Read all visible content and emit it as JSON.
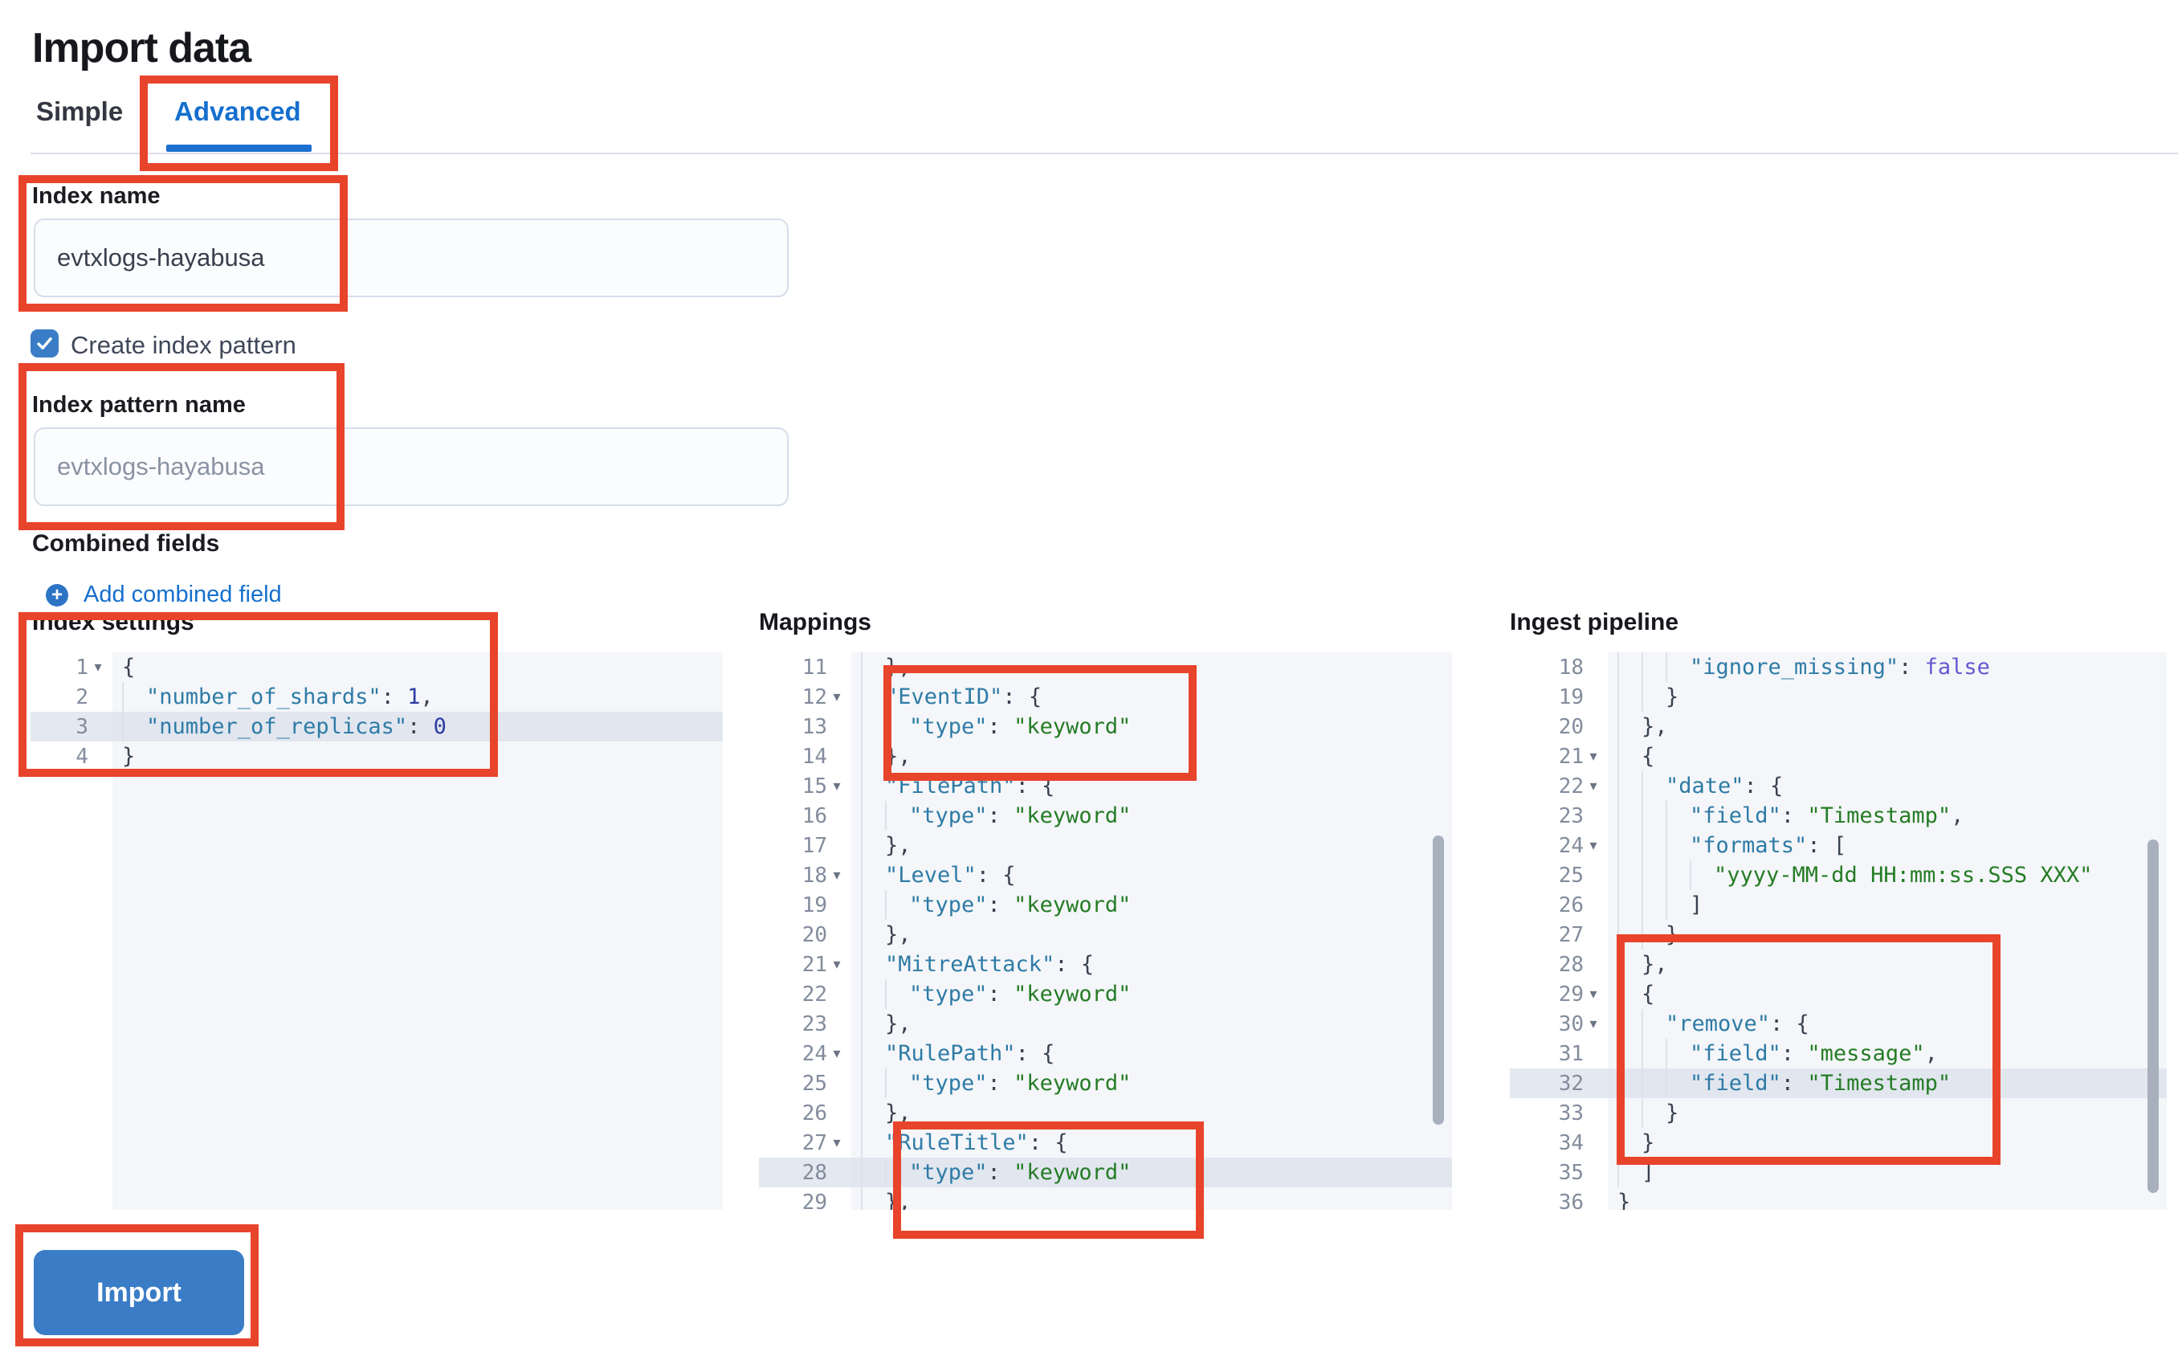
{
  "page": {
    "title": "Import data"
  },
  "tabs": [
    {
      "label": "Simple",
      "active": false
    },
    {
      "label": "Advanced",
      "active": true
    }
  ],
  "form": {
    "index_name": {
      "label": "Index name",
      "value": "evtxlogs-hayabusa"
    },
    "create_index_pattern": {
      "label": "Create index pattern",
      "checked": true
    },
    "index_pattern_name": {
      "label": "Index pattern name",
      "placeholder": "evtxlogs-hayabusa"
    },
    "combined_fields": {
      "label": "Combined fields",
      "add_link_label": "Add combined field"
    }
  },
  "editors": [
    {
      "label": "Index settings",
      "lines": [
        {
          "n": 1,
          "fold": true,
          "ind": 0,
          "tok": [
            [
              "p",
              "{"
            ]
          ]
        },
        {
          "n": 2,
          "ind": 1,
          "tok": [
            [
              "k",
              "\"number_of_shards\""
            ],
            [
              "p",
              ": "
            ],
            [
              "n",
              "1"
            ],
            [
              "p",
              ","
            ]
          ]
        },
        {
          "n": 3,
          "ind": 1,
          "hl": true,
          "tok": [
            [
              "k",
              "\"number_of_replicas\""
            ],
            [
              "p",
              ": "
            ],
            [
              "n",
              "0"
            ]
          ]
        },
        {
          "n": 4,
          "ind": 0,
          "tok": [
            [
              "p",
              "}"
            ]
          ]
        }
      ]
    },
    {
      "label": "Mappings",
      "lines": [
        {
          "n": 11,
          "ind": 1,
          "tok": [
            [
              "p",
              "},"
            ]
          ]
        },
        {
          "n": 12,
          "fold": true,
          "ind": 1,
          "tok": [
            [
              "k",
              "\"EventID\""
            ],
            [
              "p",
              ": {"
            ]
          ]
        },
        {
          "n": 13,
          "ind": 2,
          "tok": [
            [
              "k",
              "\"type\""
            ],
            [
              "p",
              ": "
            ],
            [
              "s",
              "\"keyword\""
            ]
          ]
        },
        {
          "n": 14,
          "ind": 1,
          "tok": [
            [
              "p",
              "},"
            ]
          ]
        },
        {
          "n": 15,
          "fold": true,
          "ind": 1,
          "tok": [
            [
              "k",
              "\"FilePath\""
            ],
            [
              "p",
              ": {"
            ]
          ]
        },
        {
          "n": 16,
          "ind": 2,
          "tok": [
            [
              "k",
              "\"type\""
            ],
            [
              "p",
              ": "
            ],
            [
              "s",
              "\"keyword\""
            ]
          ]
        },
        {
          "n": 17,
          "ind": 1,
          "tok": [
            [
              "p",
              "},"
            ]
          ]
        },
        {
          "n": 18,
          "fold": true,
          "ind": 1,
          "tok": [
            [
              "k",
              "\"Level\""
            ],
            [
              "p",
              ": {"
            ]
          ]
        },
        {
          "n": 19,
          "ind": 2,
          "tok": [
            [
              "k",
              "\"type\""
            ],
            [
              "p",
              ": "
            ],
            [
              "s",
              "\"keyword\""
            ]
          ]
        },
        {
          "n": 20,
          "ind": 1,
          "tok": [
            [
              "p",
              "},"
            ]
          ]
        },
        {
          "n": 21,
          "fold": true,
          "ind": 1,
          "tok": [
            [
              "k",
              "\"MitreAttack\""
            ],
            [
              "p",
              ": {"
            ]
          ]
        },
        {
          "n": 22,
          "ind": 2,
          "tok": [
            [
              "k",
              "\"type\""
            ],
            [
              "p",
              ": "
            ],
            [
              "s",
              "\"keyword\""
            ]
          ]
        },
        {
          "n": 23,
          "ind": 1,
          "tok": [
            [
              "p",
              "},"
            ]
          ]
        },
        {
          "n": 24,
          "fold": true,
          "ind": 1,
          "tok": [
            [
              "k",
              "\"RulePath\""
            ],
            [
              "p",
              ": {"
            ]
          ]
        },
        {
          "n": 25,
          "ind": 2,
          "tok": [
            [
              "k",
              "\"type\""
            ],
            [
              "p",
              ": "
            ],
            [
              "s",
              "\"keyword\""
            ]
          ]
        },
        {
          "n": 26,
          "ind": 1,
          "tok": [
            [
              "p",
              "},"
            ]
          ]
        },
        {
          "n": 27,
          "fold": true,
          "ind": 1,
          "tok": [
            [
              "k",
              "\"RuleTitle\""
            ],
            [
              "p",
              ": {"
            ]
          ]
        },
        {
          "n": 28,
          "ind": 2,
          "hl": true,
          "tok": [
            [
              "k",
              "\"type\""
            ],
            [
              "p",
              ": "
            ],
            [
              "s",
              "\"keyword\""
            ]
          ]
        },
        {
          "n": 29,
          "ind": 1,
          "tok": [
            [
              "p",
              "},"
            ]
          ]
        }
      ]
    },
    {
      "label": "Ingest pipeline",
      "lines": [
        {
          "n": 18,
          "ind": 3,
          "tok": [
            [
              "k",
              "\"ignore_missing\""
            ],
            [
              "p",
              ": "
            ],
            [
              "b",
              "false"
            ]
          ]
        },
        {
          "n": 19,
          "ind": 2,
          "tok": [
            [
              "p",
              "}"
            ]
          ]
        },
        {
          "n": 20,
          "ind": 1,
          "tok": [
            [
              "p",
              "},"
            ]
          ]
        },
        {
          "n": 21,
          "fold": true,
          "ind": 1,
          "tok": [
            [
              "p",
              "{"
            ]
          ]
        },
        {
          "n": 22,
          "fold": true,
          "ind": 2,
          "tok": [
            [
              "k",
              "\"date\""
            ],
            [
              "p",
              ": {"
            ]
          ]
        },
        {
          "n": 23,
          "ind": 3,
          "tok": [
            [
              "k",
              "\"field\""
            ],
            [
              "p",
              ": "
            ],
            [
              "s",
              "\"Timestamp\""
            ],
            [
              "p",
              ","
            ]
          ]
        },
        {
          "n": 24,
          "fold": true,
          "ind": 3,
          "tok": [
            [
              "k",
              "\"formats\""
            ],
            [
              "p",
              ": ["
            ]
          ]
        },
        {
          "n": 25,
          "ind": 4,
          "tok": [
            [
              "s",
              "\"yyyy-MM-dd HH:mm:ss.SSS XXX\""
            ]
          ]
        },
        {
          "n": 26,
          "ind": 3,
          "tok": [
            [
              "p",
              "]"
            ]
          ]
        },
        {
          "n": 27,
          "ind": 2,
          "tok": [
            [
              "p",
              "}"
            ]
          ]
        },
        {
          "n": 28,
          "ind": 1,
          "tok": [
            [
              "p",
              "},"
            ]
          ]
        },
        {
          "n": 29,
          "fold": true,
          "ind": 1,
          "tok": [
            [
              "p",
              "{"
            ]
          ]
        },
        {
          "n": 30,
          "fold": true,
          "ind": 2,
          "tok": [
            [
              "k",
              "\"remove\""
            ],
            [
              "p",
              ": {"
            ]
          ]
        },
        {
          "n": 31,
          "ind": 3,
          "tok": [
            [
              "k",
              "\"field\""
            ],
            [
              "p",
              ": "
            ],
            [
              "s",
              "\"message\""
            ],
            [
              "p",
              ","
            ]
          ]
        },
        {
          "n": 32,
          "ind": 3,
          "hl": true,
          "tok": [
            [
              "k",
              "\"field\""
            ],
            [
              "p",
              ": "
            ],
            [
              "s",
              "\"Timestamp\""
            ]
          ]
        },
        {
          "n": 33,
          "ind": 2,
          "tok": [
            [
              "p",
              "}"
            ]
          ]
        },
        {
          "n": 34,
          "ind": 1,
          "tok": [
            [
              "p",
              "}"
            ]
          ]
        },
        {
          "n": 35,
          "ind": 1,
          "tok": [
            [
              "p",
              "]"
            ]
          ]
        },
        {
          "n": 36,
          "ind": 0,
          "tok": [
            [
              "p",
              "}"
            ]
          ]
        }
      ]
    }
  ],
  "actions": {
    "import_label": "Import"
  },
  "icons": {
    "plus_icon": "+",
    "fold_arrow_icon": "▾"
  },
  "colors": {
    "annotation_red": "#e8442b",
    "primary_blue": "#3a7dc6",
    "link_blue": "#156fce",
    "tab_underline": "#1d6fd0",
    "editor_bg": "#f4f6f9",
    "highlight_line": "#e1e6ef",
    "key_token": "#2e7ba6",
    "string_token": "#257c25",
    "number_token": "#2d3ba3",
    "boolean_token": "#6657d2"
  }
}
